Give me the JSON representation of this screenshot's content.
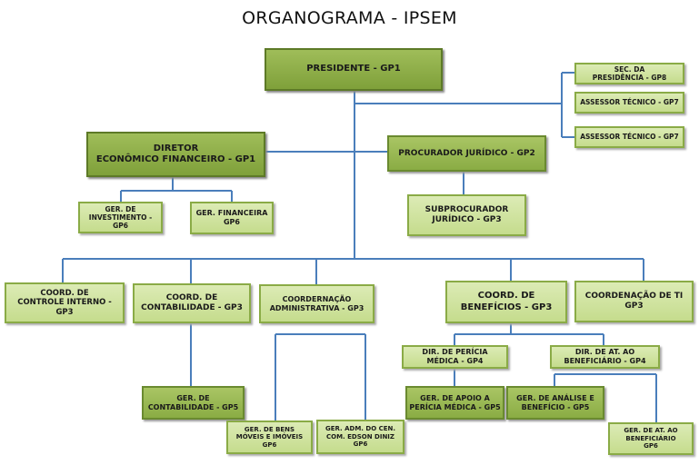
{
  "title": "ORGANOGRAMA - IPSEM",
  "nodes": {
    "presidente": "PRESIDENTE - GP1",
    "sec_presidencia": "SEC. DA\nPRESIDÊNCIA - GP8",
    "assessor_tecnico_1": "ASSESSOR TÉCNICO - GP7",
    "assessor_tecnico_2": "ASSESSOR TÉCNICO - GP7",
    "diretor_economico": "DIRETOR\nECONÔMICO FINANCEIRO - GP1",
    "procurador_juridico": "PROCURADOR JURÍDICO - GP2",
    "ger_investimento": "GER. DE\nINVESTIMENTO - GP6",
    "ger_financeira": "GER. FINANCEIRA\nGP6",
    "subprocurador": "SUBPROCURADOR\nJURÍDICO - GP3",
    "coord_controle_interno": "COORD. DE\nCONTROLE INTERNO - GP3",
    "coord_contabilidade": "COORD. DE\nCONTABILIDADE - GP3",
    "coord_administrativa": "COORDERNAÇÃO\nADMINISTRATIVA - GP3",
    "coord_beneficios": "COORD. DE\nBENEFÍCIOS - GP3",
    "coord_ti": "COORDENAÇÃO DE TI\nGP3",
    "dir_pericia": "DIR. DE PERÍCIA\nMÉDICA - GP4",
    "dir_atendimento": "DIR. DE AT. AO\nBENEFICIÁRIO - GP4",
    "ger_contabilidade": "GER. DE\nCONTABILIDADE - GP5",
    "ger_bens": "GER. DE BENS\nMÓVEIS E IMÓVEIS\nGP6",
    "ger_adm_centro": "GER. ADM. DO CEN.\nCOM. EDSON DINIZ\nGP6",
    "ger_apoio_pericia": "GER. DE APOIO A\nPERÍCIA MÉDICA - GP5",
    "ger_analise_beneficio": "GER. DE ANÁLISE E\nBENEFÍCIO - GP5",
    "ger_at_beneficiario": "GER. DE AT. AO\nBENEFICIÁRIO\nGP6"
  },
  "colors": {
    "line": "#4a7ebb",
    "dark_fill": "#7fa03a",
    "light_fill": "#c5dc8d"
  }
}
